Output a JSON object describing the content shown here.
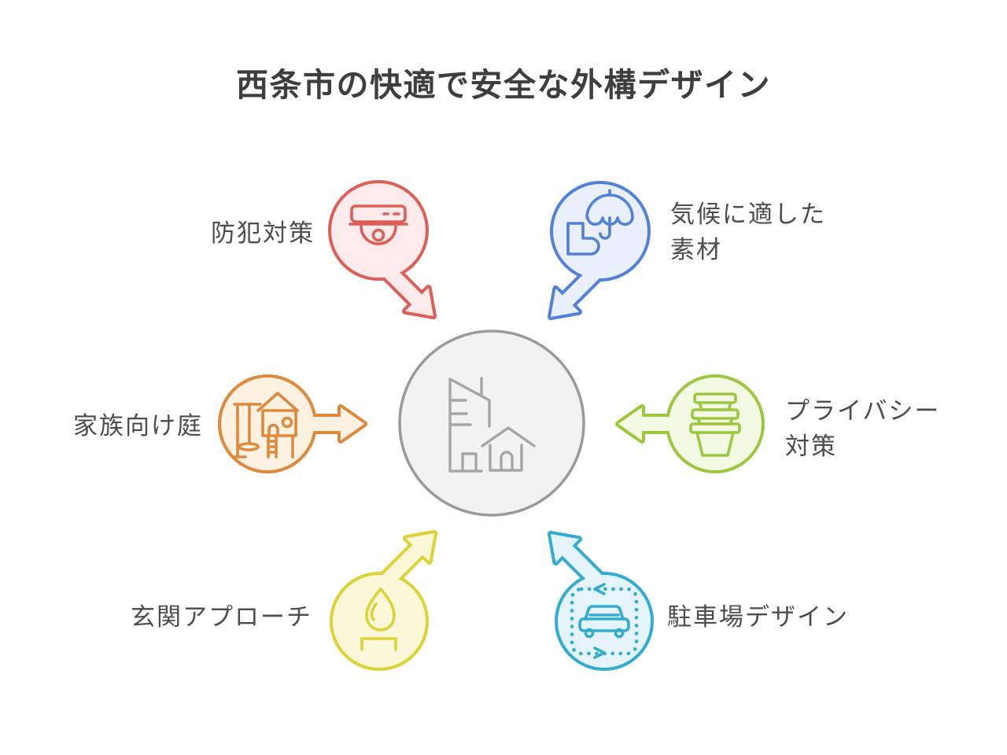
{
  "background": "#ffffff",
  "title": {
    "text": "西条市の快適で安全な外構デザイン",
    "color": "#3e3e3e"
  },
  "label_color": "#4d4d4d",
  "center": {
    "id": "exterior-design-hub",
    "icon": "buildings-icon",
    "stroke": "#9a9a9a",
    "fill": "#f2f2f2",
    "icon_color": "#a5a5a5"
  },
  "nodes": [
    {
      "id": "security",
      "label": "防犯対策",
      "icon": "security-camera-icon",
      "stroke": "#dd5f57",
      "fill": "#fcebea",
      "position": "top-left"
    },
    {
      "id": "climate-materials",
      "label": "気候に適した\n素材",
      "icon": "umbrella-rain-boot-icon",
      "stroke": "#5282d8",
      "fill": "#e9effb",
      "position": "top-right"
    },
    {
      "id": "family-garden",
      "label": "家族向け庭",
      "icon": "playground-icon",
      "stroke": "#dd8a3d",
      "fill": "#fdf1e2",
      "position": "middle-left"
    },
    {
      "id": "privacy",
      "label": "プライバシー\n対策",
      "icon": "stacked-planters-icon",
      "stroke": "#9cc83f",
      "fill": "#f3f9e2",
      "position": "middle-right"
    },
    {
      "id": "entrance-approach",
      "label": "玄関アプローチ",
      "icon": "flame-icon",
      "stroke": "#ddd236",
      "fill": "#fbf8da",
      "position": "bottom-left"
    },
    {
      "id": "parking-design",
      "label": "駐車場デザイン",
      "icon": "parking-car-icon",
      "stroke": "#33acd0",
      "fill": "#e4f4fa",
      "position": "bottom-right"
    }
  ]
}
